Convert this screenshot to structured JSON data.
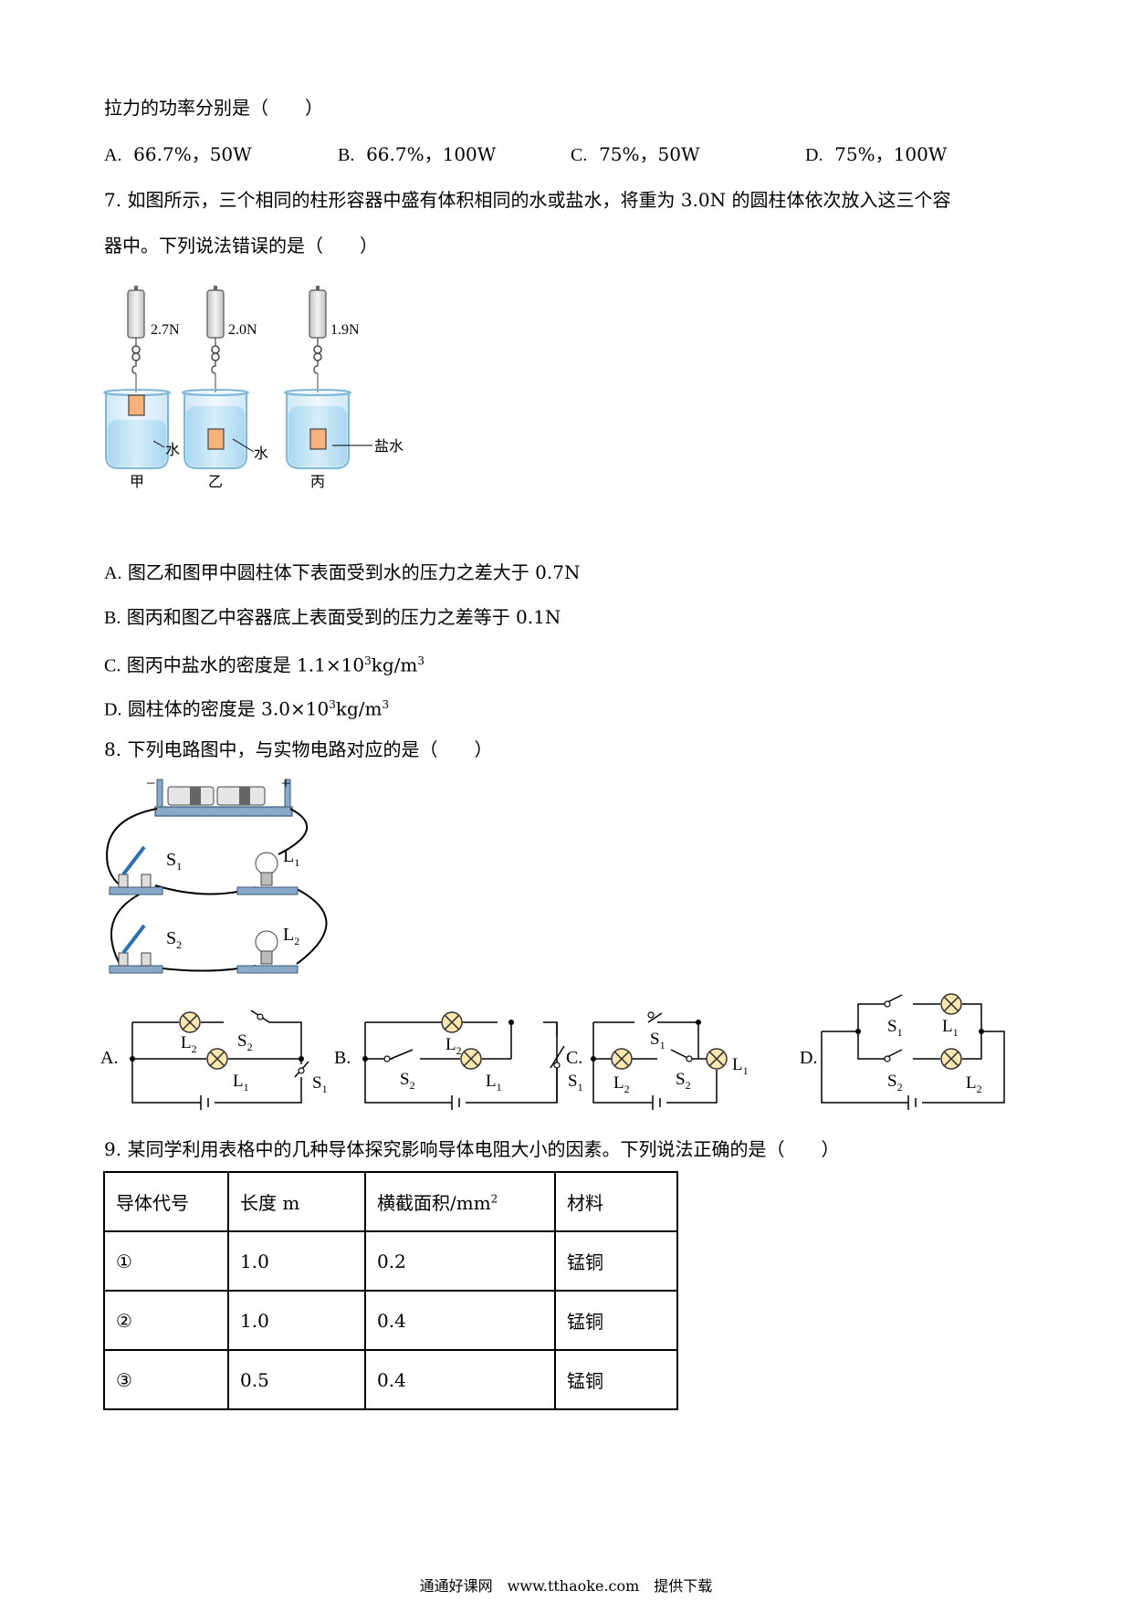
{
  "q6": {
    "stem_end": "拉力的功率分别是（　　）",
    "options": [
      {
        "label": "A.",
        "text": "66.7%，50W"
      },
      {
        "label": "B.",
        "text": "66.7%，100W"
      },
      {
        "label": "C.",
        "text": "75%，50W"
      },
      {
        "label": "D.",
        "text": "75%，100W"
      }
    ]
  },
  "q7": {
    "line1": "7. 如图所示，三个相同的柱形容器中盛有体积相同的水或盐水，将重为 3.0N 的圆柱体依次放入这三个容",
    "line2": "器中。下列说法错误的是（　　）",
    "figure": {
      "readings": [
        "2.7N",
        "2.0N",
        "1.9N"
      ],
      "liquids": [
        "水",
        "水",
        "盐水"
      ],
      "names": [
        "甲",
        "乙",
        "丙"
      ]
    },
    "options": [
      {
        "label": "A.",
        "text": "图乙和图甲中圆柱体下表面受到水的压力之差大于 0.7N"
      },
      {
        "label": "B.",
        "text": "图丙和图乙中容器底上表面受到的压力之差等于 0.1N"
      },
      {
        "label": "C.",
        "pre": "图丙中盐水的密度是 1.1×10",
        "sup1": "3",
        "mid": "kg/m",
        "sup2": "3"
      },
      {
        "label": "D.",
        "pre": "圆柱体的密度是 3.0×10",
        "sup1": "3",
        "mid": "kg/m",
        "sup2": "3"
      }
    ]
  },
  "q8": {
    "stem": "8. 下列电路图中，与实物电路对应的是（　　）",
    "physical": {
      "minus": "−",
      "plus": "+",
      "s": "S",
      "l": "L",
      "sub1": "1",
      "sub2": "2"
    },
    "option_labels": [
      "A.",
      "B.",
      "C.",
      "D."
    ]
  },
  "q9": {
    "stem": "9. 某同学利用表格中的几种导体探究影响导体电阻大小的因素。下列说法正确的是（　　）",
    "headers": [
      "导体代号",
      "长度 m",
      "横截面积/mm",
      "材料"
    ],
    "header_sup": "2",
    "rows": [
      [
        "①",
        "1.0",
        "0.2",
        "锰铜"
      ],
      [
        "②",
        "1.0",
        "0.4",
        "锰铜"
      ],
      [
        "③",
        "0.5",
        "0.4",
        "锰铜"
      ]
    ]
  },
  "footer": "通通好课网　www.tthaoke.com　提供下载"
}
